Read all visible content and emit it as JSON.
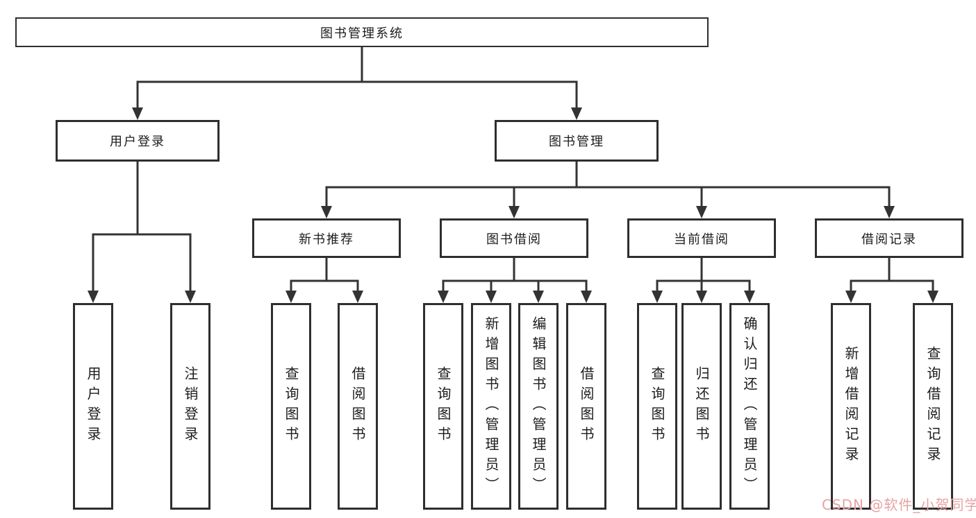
{
  "diagram": {
    "root": {
      "label": "图书管理系统"
    },
    "branches": {
      "user_login": {
        "label": "用户登录"
      },
      "book_mgmt": {
        "label": "图书管理"
      }
    },
    "modules": {
      "new_book": {
        "label": "新书推荐"
      },
      "borrow": {
        "label": "图书借阅"
      },
      "current": {
        "label": "当前借阅"
      },
      "record": {
        "label": "借阅记录"
      }
    },
    "leaves": {
      "login": "用户登录",
      "logout": "注销登录",
      "newbook_query": "查询图书",
      "newbook_borrow": "借阅图书",
      "borrow_query": "查询图书",
      "borrow_add": "新增图书（管理员）",
      "borrow_edit": "编辑图书（管理员）",
      "borrow_borrow": "借阅图书",
      "current_query": "查询图书",
      "current_return": "归还图书",
      "current_confirm": "确认归还（管理员）",
      "record_add": "新增借阅记录",
      "record_query": "查询借阅记录"
    }
  },
  "watermark": {
    "text": "CSDN @软件_小贺同学",
    "color": "#e8a2a2"
  },
  "colors": {
    "line": "#333333",
    "box_border": "#2e2e2e",
    "text": "#1c1c1c",
    "background": "#ffffff"
  }
}
